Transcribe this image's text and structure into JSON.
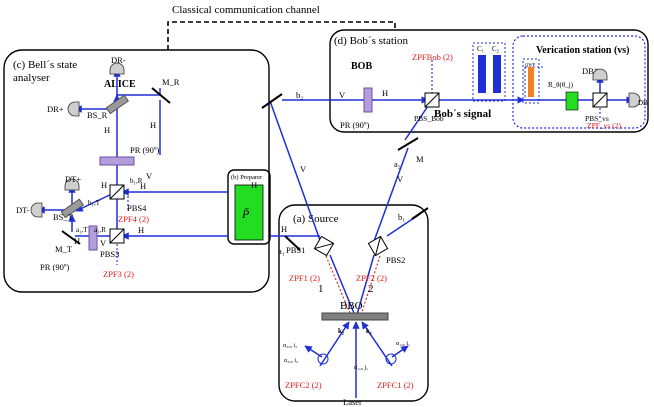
{
  "title": "Classical communication channel",
  "sections": {
    "bell": {
      "label": "(c) Bell´s state",
      "label2": "analyser",
      "alice": "ALICE"
    },
    "bob": {
      "label": "(d) Bob´s station",
      "name": "BOB",
      "signal": "Bob´s signal"
    },
    "vs": {
      "label": "Verication station (vs)"
    },
    "source": {
      "label": "(a)  Source"
    },
    "preparer": {
      "label": "(b) Preparer",
      "symbol": "P̃"
    }
  },
  "detectors": {
    "dr_minus": "DR-",
    "dr_plus": "DR+",
    "dt_plus": "DT+",
    "dt_minus": "DT-",
    "db_plus": "DB⁺",
    "db": "DB"
  },
  "components": {
    "bs_r": "BS_R",
    "bs_t": "BS_T",
    "m_r": "M_R",
    "m_t": "M_T",
    "m": "M",
    "pbs3": "PBS3",
    "pbs4": "PBS4",
    "pbs1": "PBS1",
    "pbs2": "PBS2",
    "pbs_bob": "PBS_Bob",
    "pbs_vs": "PBS_vs",
    "pr_alice_r": "PR (90º)",
    "pr_alice_t": "PR (90º)",
    "pr_bob": "PR (90º)",
    "c1": "C₁",
    "c2": "C₂",
    "qwp": "QWP",
    "r_theta": "R_θ(θ_j)",
    "bbo": "BBO",
    "laser": "Laser"
  },
  "zpf": {
    "zpf1": "ZPF1 (2)",
    "zpf2": "ZPF2 (2)",
    "zpf3": "ZPF3 (2)",
    "zpf4": "ZPF4 (2)",
    "zpfbob": "ZPFBob (2)",
    "zpfvs": "ZPF_vs (2)",
    "zpfc1": "ZPFC1 (2)",
    "zpfc2": "ZPFC2 (2)"
  },
  "beams": {
    "b2": "b₂",
    "a2": "a₂",
    "a1": "a₁",
    "b1": "b₁",
    "b1r": "b₁,R",
    "b1t": "b₁,T",
    "a1r": "a₁,R",
    "a1t": "a₁,T",
    "k1": "k₁",
    "k2": "k₂",
    "n1": "1",
    "n2": "2",
    "alpha1": "α₁,₀ i₁",
    "alpha2": "α₂,₀ i₂",
    "alpha2b": "α₂,₀ i₂",
    "alpha1b": "α₁,₀ j₁",
    "alpha2c": "α₂,₀ j₂"
  },
  "pol": {
    "V": "V",
    "H": "H"
  },
  "colors": {
    "beam": "#1f2fd6",
    "zpf": "#e01818",
    "pr": "#b39ddb",
    "crystal": "#22dd22",
    "cell": "#1f2fd6",
    "qwp": "#f08020"
  }
}
